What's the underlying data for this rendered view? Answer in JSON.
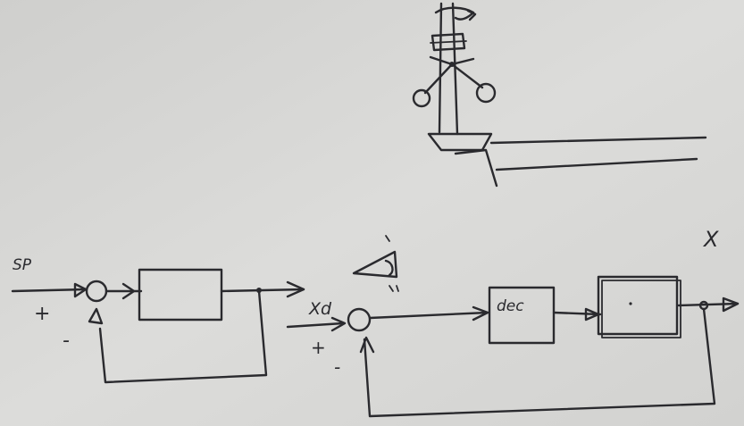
{
  "labels": {
    "setpoint": "SP",
    "sum1_plus": "+",
    "sum1_minus": "-",
    "desired": "Xd",
    "sum2_plus": "+",
    "sum2_minus": "-",
    "controller": "dec",
    "output": "X"
  },
  "colors": {
    "paper": "#d9d9d7",
    "ink": "#2a2a2e"
  }
}
